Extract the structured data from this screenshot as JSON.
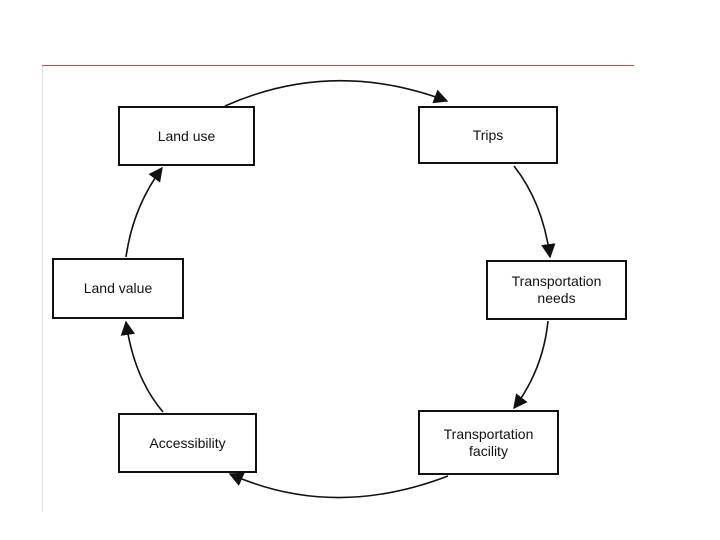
{
  "diagram": {
    "nodes": [
      {
        "id": "land-use",
        "label": "Land use"
      },
      {
        "id": "trips",
        "label": "Trips"
      },
      {
        "id": "transportation-needs",
        "label": "Transportation\nneeds"
      },
      {
        "id": "transportation-facility",
        "label": "Transportation\nfacility"
      },
      {
        "id": "accessibility",
        "label": "Accessibility"
      },
      {
        "id": "land-value",
        "label": "Land value"
      }
    ],
    "edges": [
      {
        "from": "land-use",
        "to": "trips"
      },
      {
        "from": "trips",
        "to": "transportation-needs"
      },
      {
        "from": "transportation-needs",
        "to": "transportation-facility"
      },
      {
        "from": "transportation-facility",
        "to": "accessibility"
      },
      {
        "from": "accessibility",
        "to": "land-value"
      },
      {
        "from": "land-value",
        "to": "land-use"
      }
    ],
    "flow": "clockwise cycle",
    "colors": {
      "stroke": "#111111",
      "rule": "#c0504d",
      "background": "#ffffff"
    }
  }
}
